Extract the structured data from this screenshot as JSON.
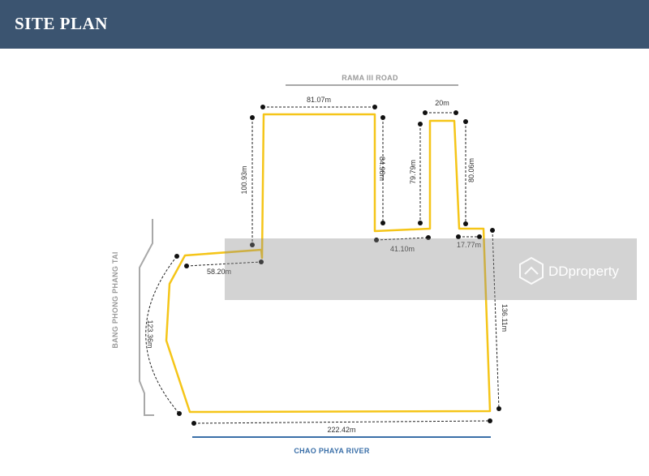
{
  "header": {
    "title": "SITE PLAN"
  },
  "roads": {
    "north": "RAMA III ROAD",
    "west": "BANG PHONG PHANG TAI",
    "south": "CHAO PHAYA RIVER"
  },
  "dimensions": {
    "top_left_width": "81.07m",
    "top_right_width": "20m",
    "left_arm_height": "100.93m",
    "notch_right_height": "84.98m",
    "notch_left_height": "79.79m",
    "right_arm_height": "80.06m",
    "notch_width": "41.10m",
    "step_width": "17.77m",
    "west_step_width": "58.20m",
    "west_curve": "123.36m",
    "east_side": "136.11m",
    "south_side": "222.42m"
  },
  "watermark": {
    "text": "DDproperty"
  },
  "colors": {
    "header": "#3b5470",
    "boundary": "#f5c518",
    "river": "#3a6fa8",
    "road": "#a8a8a8"
  }
}
